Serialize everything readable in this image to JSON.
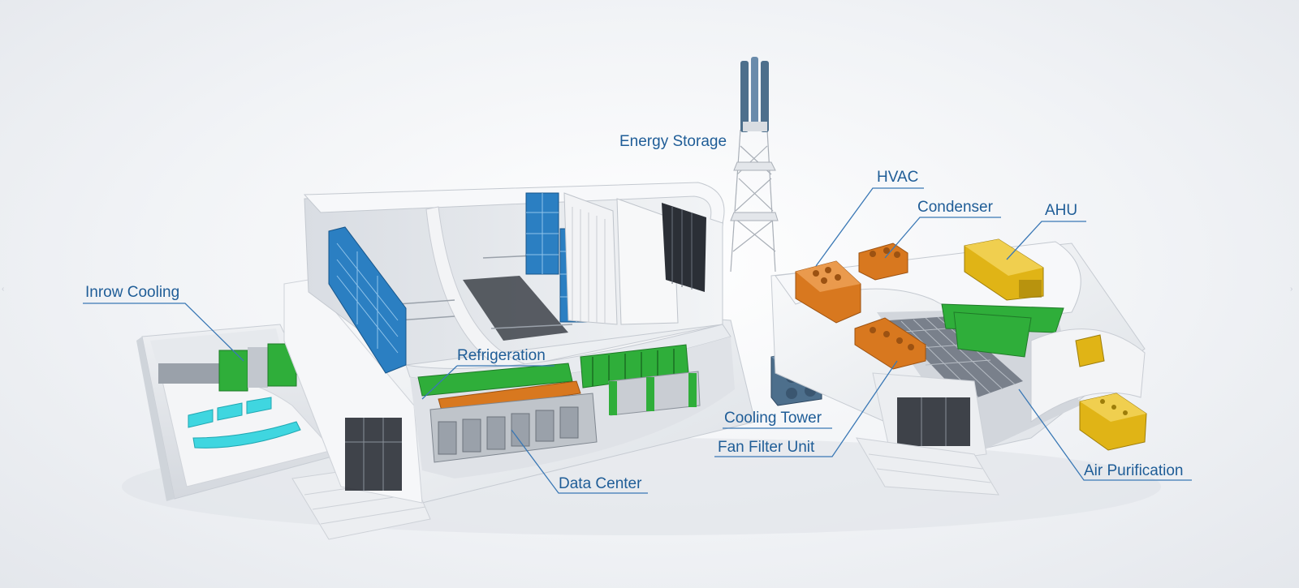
{
  "diagram": {
    "labels": {
      "energy_storage": "Energy Storage",
      "hvac": "HVAC",
      "condenser": "Condenser",
      "ahu": "AHU",
      "inrow_cooling": "Inrow Cooling",
      "refrigeration": "Refrigeration",
      "cooling_tower": "Cooling Tower",
      "fan_filter_unit": "Fan Filter Unit",
      "data_center": "Data Center",
      "air_purification": "Air Purification"
    },
    "colors": {
      "label_text": "#1f5d97",
      "leader_line": "#3a78b5",
      "server_blue": "#2b7fc2",
      "rack_green": "#2fae3a",
      "unit_orange": "#d8781f",
      "unit_yellow": "#e0b416",
      "console_cyan": "#3fd6e0",
      "tower_slate": "#4d6f8c"
    }
  }
}
